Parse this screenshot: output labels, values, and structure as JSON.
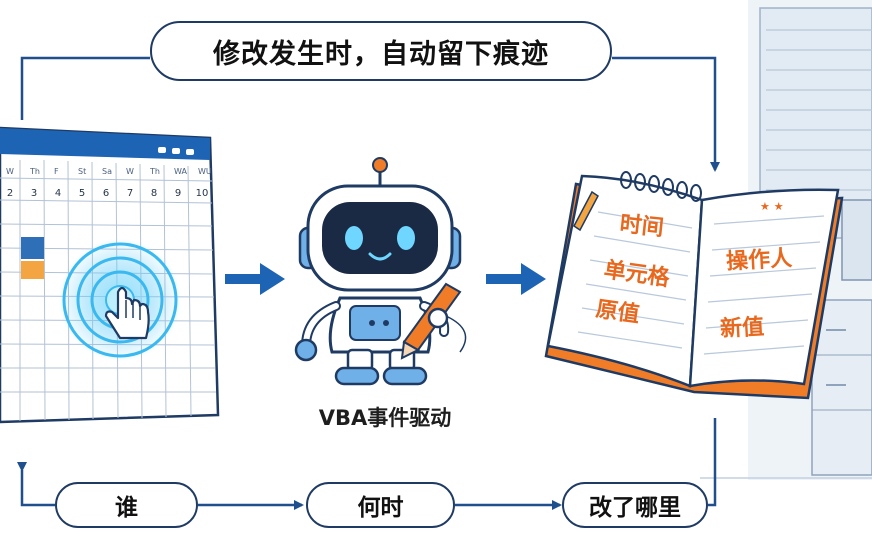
{
  "title": "修改发生时，自动留下痕迹",
  "spreadsheet": {
    "weekday_headers": [
      "W",
      "Th",
      "F",
      "St",
      "Sa",
      "W",
      "Th",
      "WA",
      "WU"
    ],
    "row_numbers": [
      "2",
      "3",
      "4",
      "5",
      "6",
      "7",
      "8",
      "9",
      "10"
    ],
    "highlight_colors": {
      "blue_cell": "#2f6fb8",
      "orange_cell": "#f2a541"
    }
  },
  "robot": {
    "label": "VBA事件驱动"
  },
  "notebook": {
    "fields_left": [
      "时间",
      "单元格",
      "原值"
    ],
    "fields_right": [
      "操作人",
      "新值"
    ],
    "field_color": "#e8681e",
    "stars": "★ ★"
  },
  "bottom_flow": [
    "谁",
    "何时",
    "改了哪里"
  ],
  "colors": {
    "accent_blue": "#1e64b4",
    "outline_navy": "#1f3b63",
    "highlight_cyan": "#3ab8f0",
    "orange": "#e8681e"
  },
  "icons": {
    "arrow": "arrow-right-icon",
    "pointer": "hand-pointer-icon",
    "pencil": "pencil-icon",
    "stars": "star-icon"
  }
}
